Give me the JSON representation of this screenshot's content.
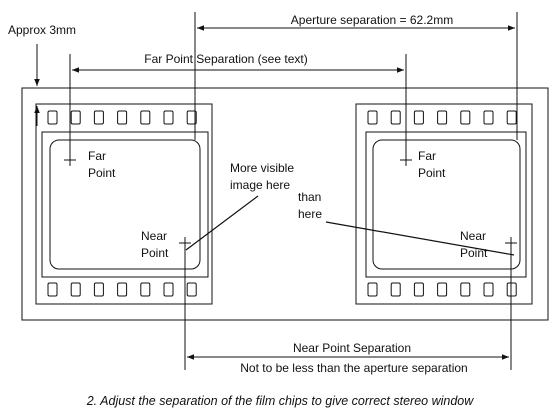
{
  "labels": {
    "approx": "Approx 3mm",
    "aperture_separation": "Aperture separation = 62.2mm",
    "far_point_separation": "Far Point Separation (see text)",
    "near_point_separation": "Near Point Separation",
    "not_less": "Not to be less than the aperture separation"
  },
  "chips": {
    "left": {
      "far_point": [
        "Far",
        "Point"
      ],
      "near_point": [
        "Near",
        "Point"
      ]
    },
    "right": {
      "far_point": [
        "Far",
        "Point"
      ],
      "near_point": [
        "Near",
        "Point"
      ]
    }
  },
  "annotations": {
    "more_visible": [
      "More visible",
      "image here"
    ],
    "than_here": [
      "than",
      "here"
    ]
  },
  "caption": "2. Adjust the separation of the film chips to give correct stereo window"
}
